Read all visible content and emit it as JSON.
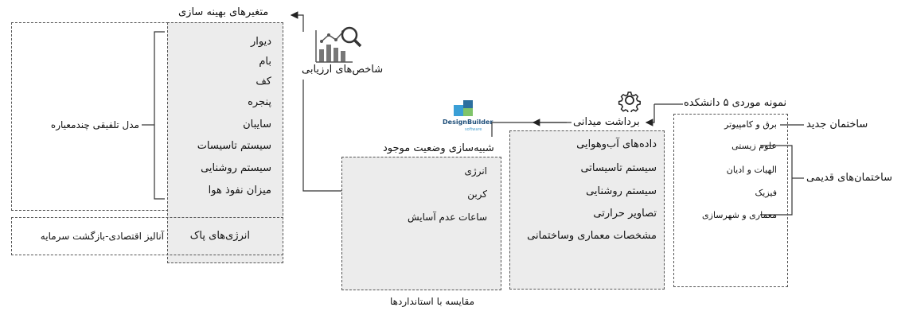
{
  "optimization": {
    "title": "متغیرهای بهینه سازی",
    "items": [
      "دیوار",
      "بام",
      "کف",
      "پنجره",
      "سایبان",
      "سیستم تاسیسات",
      "سیستم روشنایی",
      "میزان نفوذ هوا"
    ],
    "model_label": "مدل تلفیقی چندمعیاره"
  },
  "renewable": {
    "label": "انرژی‌های پاک",
    "analysis_label": "آنالیز اقتصادی-بازگشت سرمایه"
  },
  "indicators": {
    "label": "شاخص‌های ارزیابی",
    "icon": "analytics-chart-magnifier-icon"
  },
  "simulation": {
    "title": "شبیه‌سازی وضعیت موجود",
    "items": [
      "انرژی",
      "کربن",
      "ساعات عدم آسایش"
    ],
    "compare_label": "مقایسه با استانداردها",
    "logo_text": "DesignBuilder",
    "logo_subtext": "software"
  },
  "field": {
    "title": "برداشت میدانی",
    "items": [
      "داده‌های آب‌وهوایی",
      "سیستم تاسیساتی",
      "سیستم روشنایی",
      "تصاویر حرارتی",
      "مشخصات معماری وساختمانی"
    ],
    "icon": "gear-icon"
  },
  "case_study": {
    "title": "نمونه موردی ۵ دانشکده",
    "new_items": [
      "برق و کامپیوتر"
    ],
    "old_items": [
      "علوم زیستی",
      "الهیات و ادیان",
      "فیزیک",
      "معماری و شهرسازی"
    ],
    "new_label": "ساختمان جدید",
    "old_label": "ساختمان‌های قدیمی"
  }
}
